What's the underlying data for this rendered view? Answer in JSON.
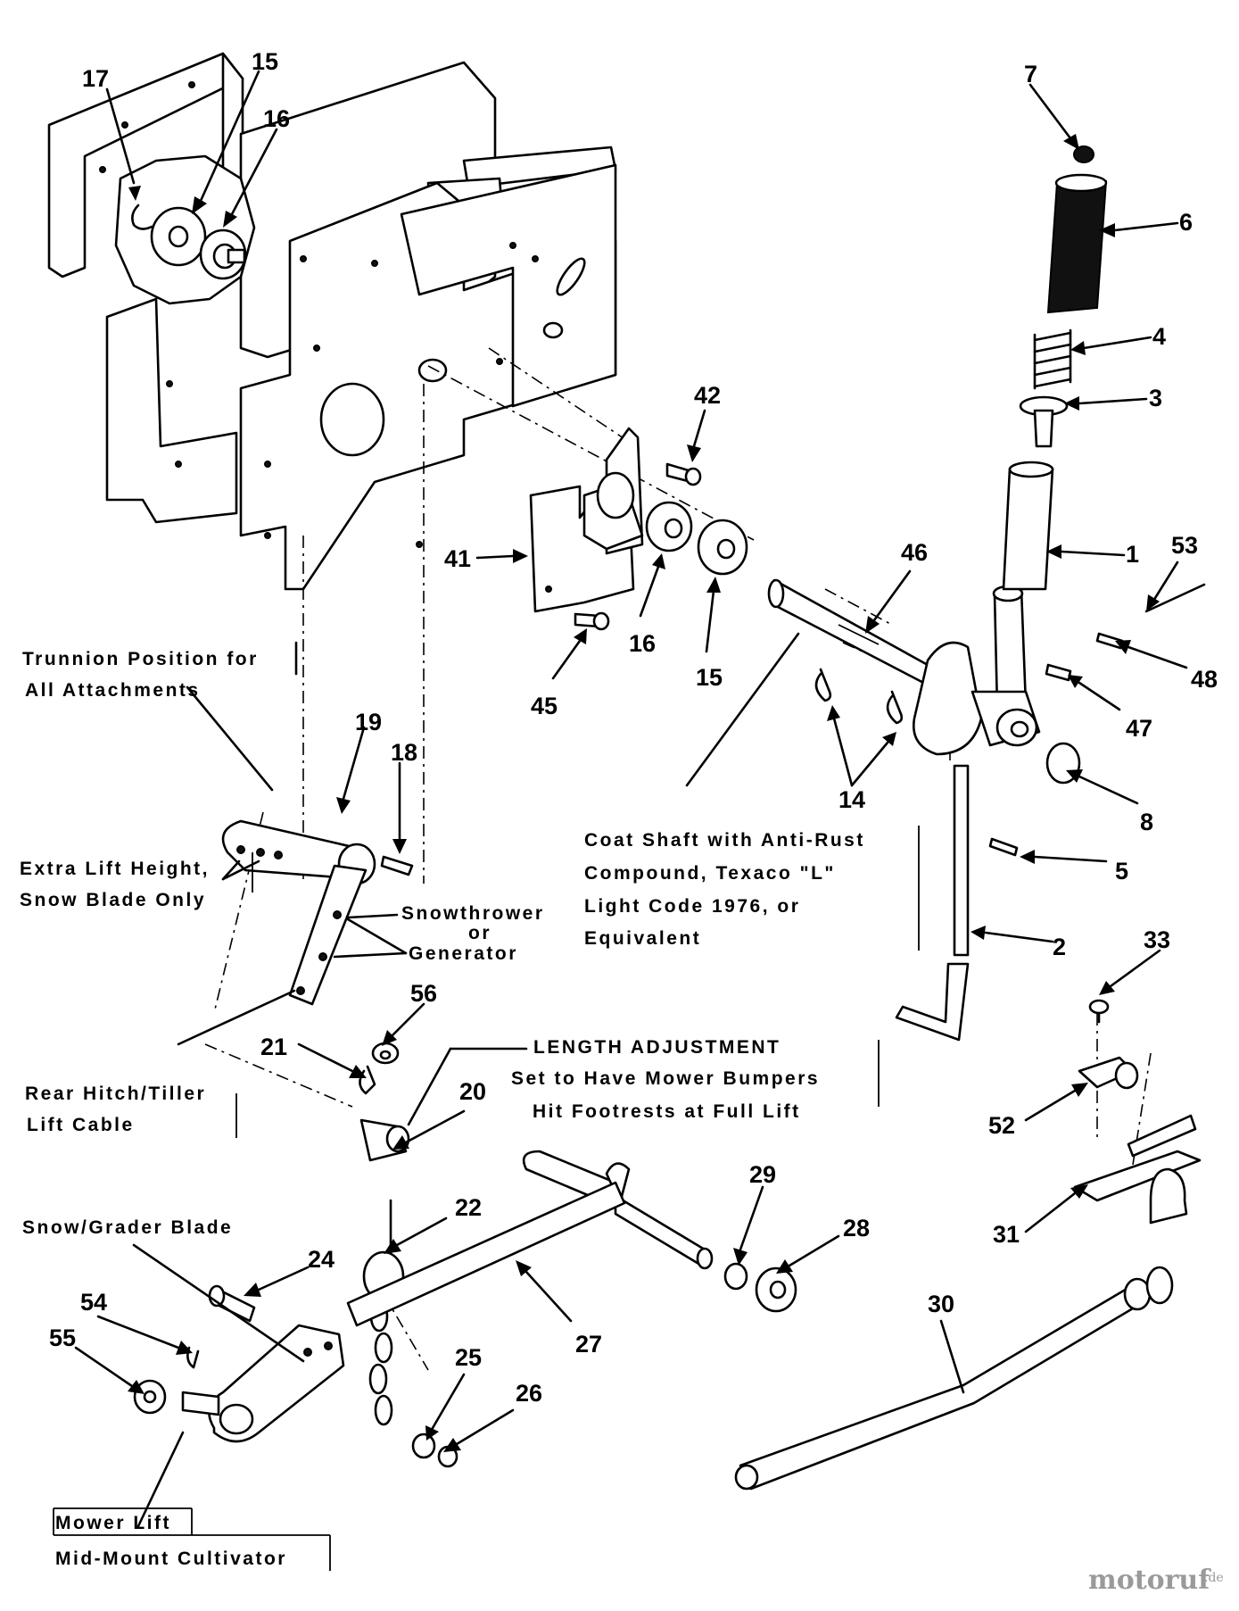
{
  "callouts": {
    "c1": "1",
    "c2": "2",
    "c3": "3",
    "c4": "4",
    "c5": "5",
    "c6": "6",
    "c7": "7",
    "c8": "8",
    "c14": "14",
    "c15a": "15",
    "c15b": "15",
    "c16a": "16",
    "c16b": "16",
    "c17": "17",
    "c18": "18",
    "c19": "19",
    "c20": "20",
    "c21": "21",
    "c22": "22",
    "c24": "24",
    "c25": "25",
    "c26": "26",
    "c27": "27",
    "c28": "28",
    "c29": "29",
    "c30": "30",
    "c31": "31",
    "c33": "33",
    "c41": "41",
    "c42": "42",
    "c45": "45",
    "c46": "46",
    "c47": "47",
    "c48": "48",
    "c52": "52",
    "c53": "53",
    "c54": "54",
    "c55": "55",
    "c56": "56"
  },
  "notes": {
    "trunnion_l1": "Trunnion Position for",
    "trunnion_l2": "All Attachments",
    "extra_l1": "Extra Lift Height,",
    "extra_l2": "Snow Blade Only",
    "snowthrower": "Snowthrower",
    "or": "or",
    "generator": "Generator",
    "rear_l1": "Rear Hitch/Tiller",
    "rear_l2": "Lift Cable",
    "coat_l1": "Coat Shaft with Anti-Rust",
    "coat_l2": "Compound, Texaco \"L\"",
    "coat_l3": "Light Code 1976, or",
    "coat_l4": "Equivalent",
    "length_l1": "LENGTH ADJUSTMENT",
    "length_l2": "Set to Have Mower Bumpers",
    "length_l3": "Hit Footrests at Full Lift",
    "snowgrader": "Snow/Grader Blade",
    "mower_l1": "Mower Lift",
    "mower_l2": "Mid-Mount Cultivator"
  },
  "watermark": {
    "brand": "motoruf",
    "suffix": ".de"
  }
}
